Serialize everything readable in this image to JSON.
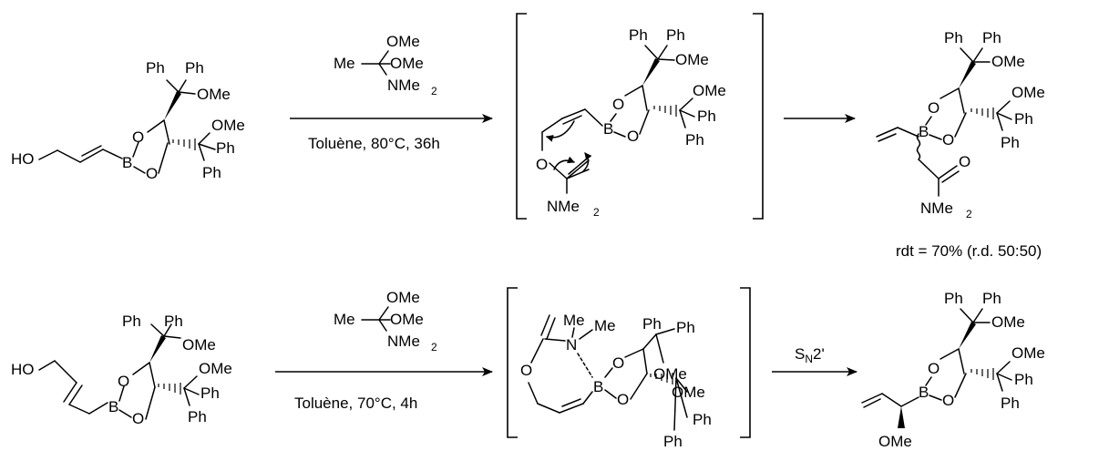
{
  "reaction_1": {
    "reagent": {
      "top": "OMe",
      "left": "Me",
      "middle": "OMe",
      "bottom": "NMe",
      "bottom_sub": "2"
    },
    "conditions": "Toluène, 80°C, 36h",
    "yield": "rdt = 70% (r.d. 50:50)"
  },
  "reaction_2": {
    "reagent": {
      "top": "OMe",
      "left": "Me",
      "middle": "OMe",
      "bottom": "NMe",
      "bottom_sub": "2"
    },
    "conditions": "Toluène, 70°C, 4h",
    "step_label": "S",
    "step_label_sub": "N",
    "step_label_suffix": "2'"
  },
  "atoms": {
    "ph": "Ph",
    "ome": "OMe",
    "ho": "HO",
    "b": "B",
    "o": "O",
    "n": "N",
    "me": "Me",
    "nme": "NMe",
    "sub2": "2"
  }
}
